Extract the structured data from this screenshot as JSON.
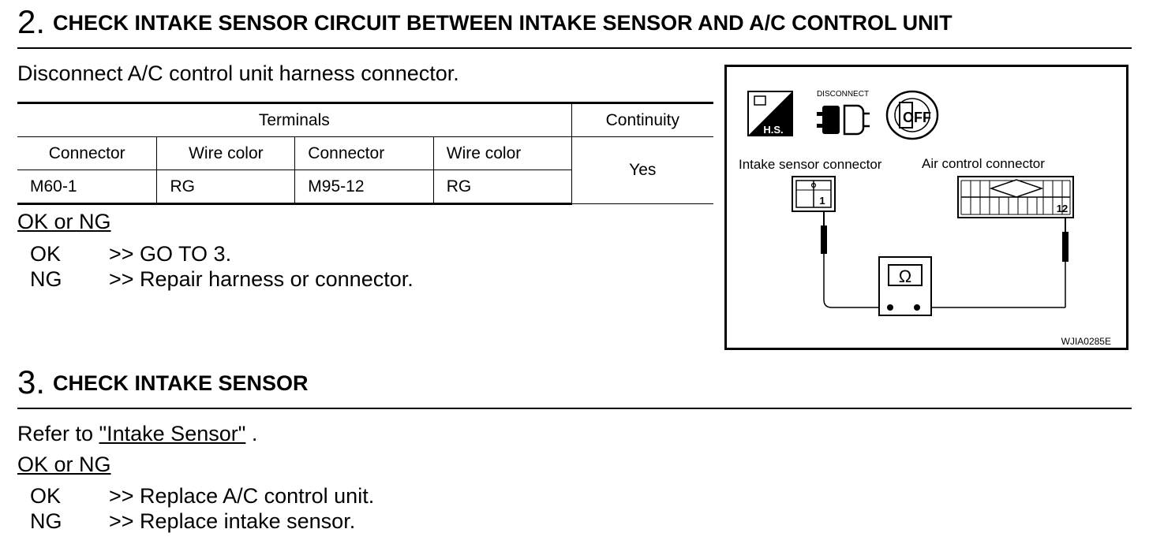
{
  "step2": {
    "number": "2.",
    "title": "CHECK INTAKE SENSOR CIRCUIT BETWEEN INTAKE SENSOR AND A/C CONTROL UNIT",
    "instruction": "Disconnect A/C control unit harness connector.",
    "table": {
      "terminals_header": "Terminals",
      "continuity_header": "Continuity",
      "columns": [
        "Connector",
        "Wire color",
        "Connector",
        "Wire color"
      ],
      "row": [
        "M60-1",
        "RG",
        "M95-12",
        "RG"
      ],
      "continuity_value": "Yes"
    },
    "ok_ng_label": "OK or NG",
    "results": [
      {
        "key": "OK",
        "action": ">> GO TO 3."
      },
      {
        "key": "NG",
        "action": ">> Repair harness or connector."
      }
    ]
  },
  "diagram": {
    "hs_label": "H.S.",
    "disconnect_label": "DISCONNECT",
    "off_label": "OFF",
    "intake_connector_label": "Intake sensor connector",
    "air_connector_label": "Air control connector",
    "intake_terminal": "1",
    "air_terminal": "12",
    "meter_symbol": "Ω",
    "figure_id": "WJIA0285E"
  },
  "step3": {
    "number": "3.",
    "title": "CHECK INTAKE SENSOR",
    "refer_prefix": "Refer to ",
    "refer_link": "\"Intake Sensor\"",
    "refer_suffix": " .",
    "ok_ng_label": "OK or NG",
    "results": [
      {
        "key": "OK",
        "action": ">> Replace A/C control unit."
      },
      {
        "key": "NG",
        "action": ">> Replace intake sensor."
      }
    ]
  }
}
